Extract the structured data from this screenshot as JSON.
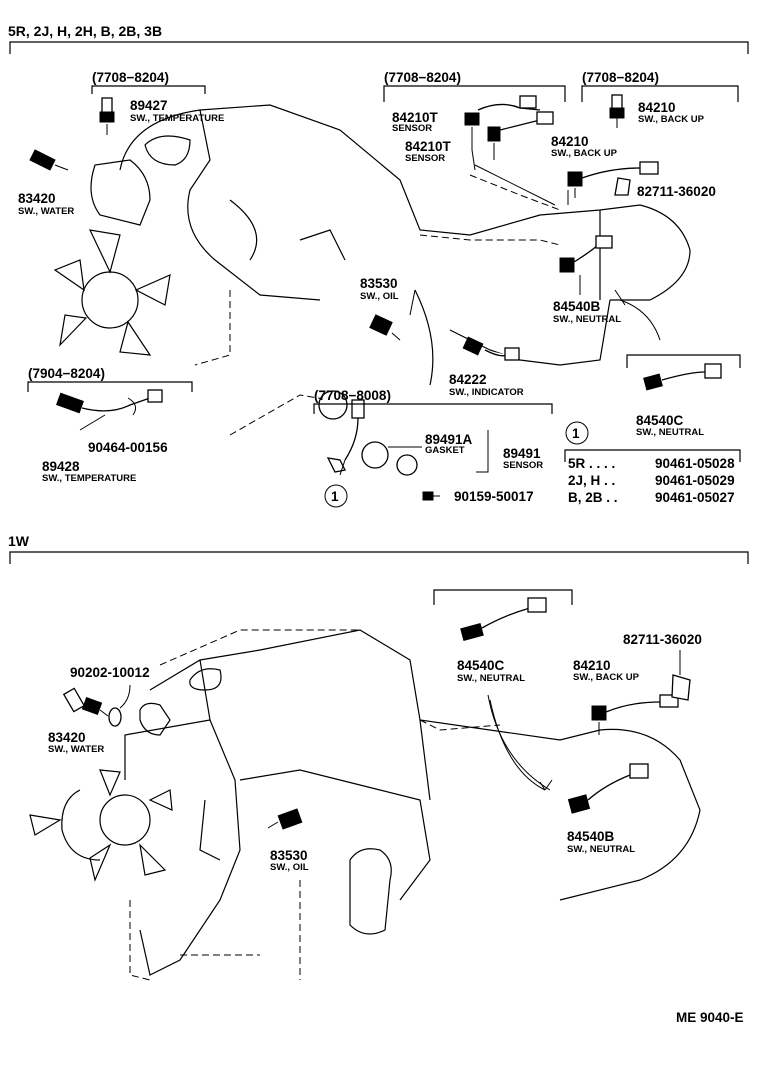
{
  "sections": [
    {
      "label": "5R, 2J, H, 2H, B, 2B, 3B"
    },
    {
      "label": "1W"
    }
  ],
  "date_ranges": {
    "r1": "(7708−8204)",
    "r2": "(7708−8204)",
    "r3": "(7708−8204)",
    "r4": "(7904−8204)",
    "r5": "(7708−8008)"
  },
  "parts": {
    "p89427": {
      "number": "89427",
      "desc": "SW., TEMPERATURE"
    },
    "p83420a": {
      "number": "83420",
      "desc": "SW., WATER"
    },
    "p84210Ta": {
      "number": "84210T",
      "desc": "SENSOR"
    },
    "p84210Tb": {
      "number": "84210T",
      "desc": "SENSOR"
    },
    "p84210a": {
      "number": "84210",
      "desc": "SW., BACK UP"
    },
    "p84210b": {
      "number": "84210",
      "desc": "SW., BACK UP"
    },
    "p82711a": {
      "number": "82711-36020"
    },
    "p83530a": {
      "number": "83530",
      "desc": "SW., OIL"
    },
    "p84540Ba": {
      "number": "84540B",
      "desc": "SW., NEUTRAL"
    },
    "p84222": {
      "number": "84222",
      "desc": "SW., INDICATOR"
    },
    "p89428": {
      "number": "89428",
      "desc": "SW., TEMPERATURE"
    },
    "p90464": {
      "number": "90464-00156"
    },
    "p89491A": {
      "number": "89491A",
      "desc": "GASKET"
    },
    "p89491": {
      "number": "89491",
      "desc": "SENSOR"
    },
    "p90159": {
      "number": "90159-50017"
    },
    "p84540Ca": {
      "number": "84540C",
      "desc": "SW., NEUTRAL"
    },
    "p90202": {
      "number": "90202-10012"
    },
    "p83420b": {
      "number": "83420",
      "desc": "SW., WATER"
    },
    "p83530b": {
      "number": "83530",
      "desc": "SW., OIL"
    },
    "p84540Cb": {
      "number": "84540C",
      "desc": "SW., NEUTRAL"
    },
    "p84210c": {
      "number": "84210",
      "desc": "SW., BACK UP"
    },
    "p82711b": {
      "number": "82711-36020"
    },
    "p84540Bb": {
      "number": "84540B",
      "desc": "SW., NEUTRAL"
    }
  },
  "callout": {
    "marker": "1",
    "rows": [
      {
        "model": "5R . . . .",
        "part": "90461-05028"
      },
      {
        "model": "2J, H . .",
        "part": "90461-05029"
      },
      {
        "model": "B, 2B . .",
        "part": "90461-05027"
      }
    ]
  },
  "figure_id": "ME 9040-E"
}
